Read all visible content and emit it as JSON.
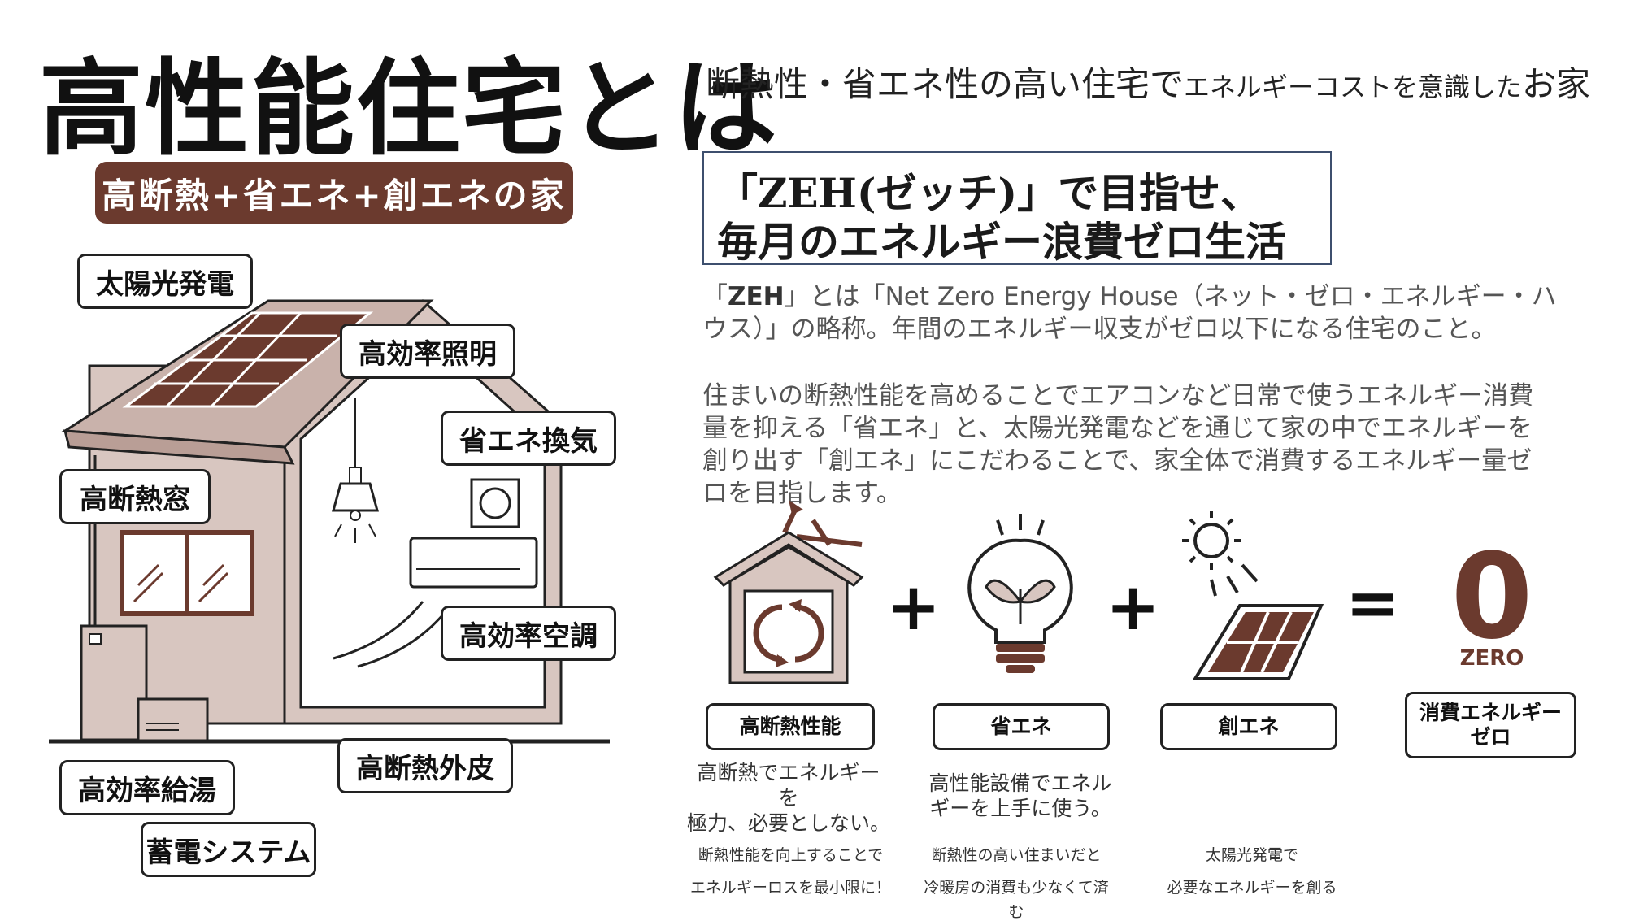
{
  "title": "高性能住宅とは",
  "subtitle": {
    "part1": "断熱性・省エネ性の高い住宅で",
    "part2": "エネルギーコストを意識した",
    "part3": "お家"
  },
  "banner": "高断熱+省エネ+創エネの家",
  "house_labels": {
    "solar": "太陽光発電",
    "lighting": "高効率照明",
    "ventilation": "省エネ換気",
    "window": "高断熱窓",
    "aircon": "高効率空調",
    "envelope": "高断熱外皮",
    "water_heater": "高効率給湯",
    "storage": "蓄電システム"
  },
  "zeh_heading": {
    "line1": "「ZEH(ゼッチ)」で目指せ、",
    "line2": "毎月のエネルギー浪費ゼロ生活"
  },
  "definition": {
    "bold": "ZEH",
    "line1_prefix": "「",
    "line1_rest": "」とは「Net Zero Energy House（ネット・ゼロ・エネルギー・ハ",
    "line2": "ウス）」の略称。年間のエネルギー収支がゼロ以下になる住宅のこと。"
  },
  "description": {
    "line1": "住まいの断熱性能を高めることでエアコンなど日常で使うエネルギー消費",
    "line2": "量を抑える「省エネ」と、太陽光発電などを通じて家の中でエネルギーを",
    "line3": "創り出す「創エネ」にこだわることで、家全体で消費するエネルギー量ゼ",
    "line4": "ロを目指します。"
  },
  "equation": {
    "plus": "+",
    "equals": "=",
    "zero_digit": "0",
    "zero_word": "ZERO",
    "items": [
      {
        "label": "高断熱性能",
        "desc": [
          "高断熱でエネルギー",
          "を",
          "極力、必要としない。"
        ],
        "note": [
          "断熱性能を向上することで",
          "エネルギーロスを最小限に！"
        ]
      },
      {
        "label": "省エネ",
        "desc": [
          "高性能設備でエネル",
          "ギーを上手に使う。"
        ],
        "note": [
          "断熱性の高い住まいだと",
          "冷暖房の消費も少なくて済",
          "む"
        ]
      },
      {
        "label": "創エネ",
        "desc": [],
        "note": [
          "太陽光発電で",
          "必要なエネルギーを創る"
        ]
      }
    ],
    "result_label": [
      "消費エネルギー",
      "ゼロ"
    ]
  },
  "colors": {
    "brown": "#6b3a2e",
    "house_wall": "#d8c6c0",
    "house_roof": "#c9b2ab",
    "navy_border": "#3d4f6e"
  }
}
